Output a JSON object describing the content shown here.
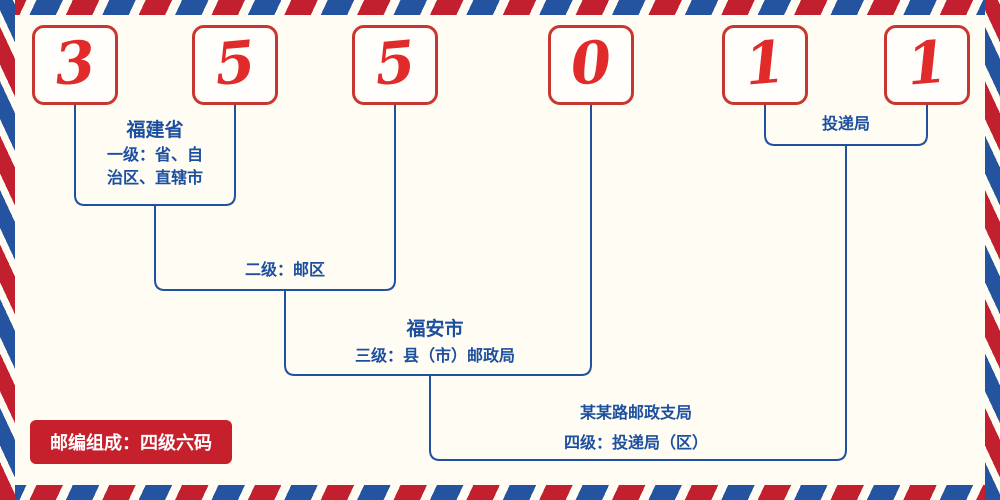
{
  "postal_code": {
    "digits": [
      "3",
      "5",
      "5",
      "0",
      "1",
      "1"
    ]
  },
  "labels": {
    "level1_region": "福建省",
    "level1_desc": "一级：省、自\n治区、直辖市",
    "level2_desc": "二级：邮区",
    "level3_city": "福安市",
    "level3_desc": "三级：县（市）邮政局",
    "level4_branch": "某某路邮政支局",
    "level4_desc": "四级：投递局（区）",
    "delivery_office": "投递局"
  },
  "footer": {
    "composition_note": "邮编组成：四级六码"
  },
  "colors": {
    "stripe_red": "#c2202e",
    "stripe_blue": "#24539f",
    "digit_red": "#e12a2a",
    "line_blue": "#2050a0",
    "text_blue": "#1d4fa0",
    "badge_red": "#c5202c",
    "background": "#fffdf3"
  }
}
